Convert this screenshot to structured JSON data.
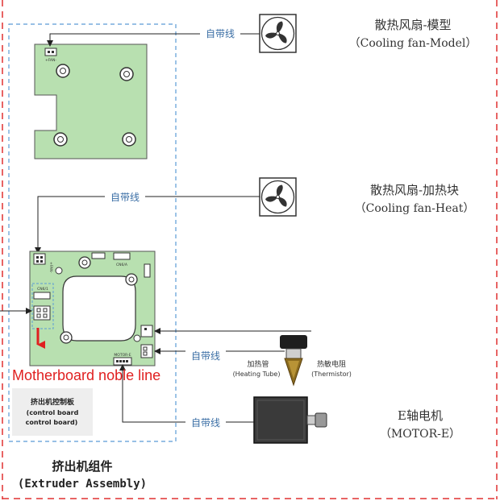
{
  "labels": {
    "self_wire": "自带线",
    "fan_model_cn": "散热风扇-模型",
    "fan_model_en": "（Cooling fan-Model）",
    "fan_heat_cn": "散热风扇-加热块",
    "fan_heat_en": "（Cooling fan-Heat）",
    "heating_tube_cn": "加热管",
    "heating_tube_en": "(Heating Tube)",
    "thermistor_cn": "热敏电阻",
    "thermistor_en": "(Thermistor)",
    "motor_cn": "E轴电机",
    "motor_en": "（MOTOR-E）",
    "motherboard_line": "Motherboard noble line",
    "control_board_cn": "挤出机控制板",
    "control_board_en_1": "(control board",
    "control_board_en_2": "control board)",
    "assembly_cn": "挤出机组件",
    "assembly_en": "(Extruder Assembly)",
    "pcb_fan_label": "+FAN-",
    "pcb_cn_label": "CN6/1",
    "pcb_cn_label_2": "CN6/A",
    "pcb_motor_label": "MOTOR-E"
  },
  "colors": {
    "pcb": "#b8e0b0",
    "wire": "#333333",
    "wire_label": "#3a6ea5",
    "dashed_box": "#5b9bd5",
    "outer_dash": "#e03030",
    "red_text": "#e02020",
    "motor_body": "#3a3a3a"
  },
  "icons": {
    "fan_model": "fan-icon",
    "fan_heat": "fan-icon",
    "hotend": "nozzle-icon",
    "motor": "motor-icon",
    "arrow": "red-arrow-icon"
  }
}
